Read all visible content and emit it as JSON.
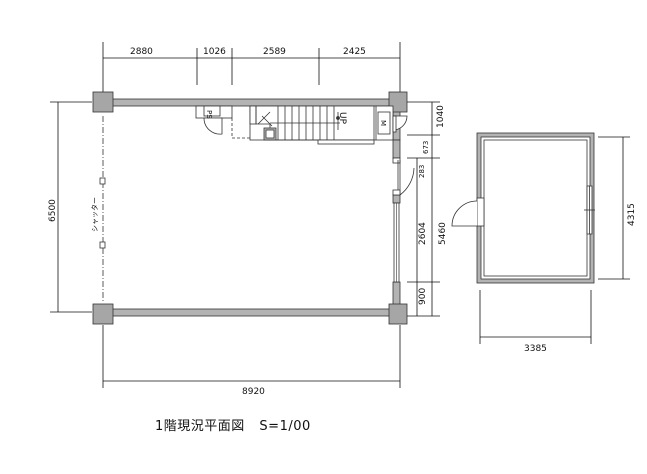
{
  "plan": {
    "top_dims": [
      "2880",
      "1026",
      "2589",
      "2425"
    ],
    "overall_width": "8920",
    "overall_height": "6500",
    "right_dims": [
      "1040",
      "673",
      "283",
      "2604",
      "900"
    ],
    "right_overall": "5460",
    "shutter_label": "シャッター",
    "up_label": "UP",
    "ps_label": "PS",
    "m_label": "M"
  },
  "annex": {
    "width": "3385",
    "height": "4315"
  },
  "caption": {
    "title": "1階現況平面図",
    "scale": "S=1/00"
  }
}
